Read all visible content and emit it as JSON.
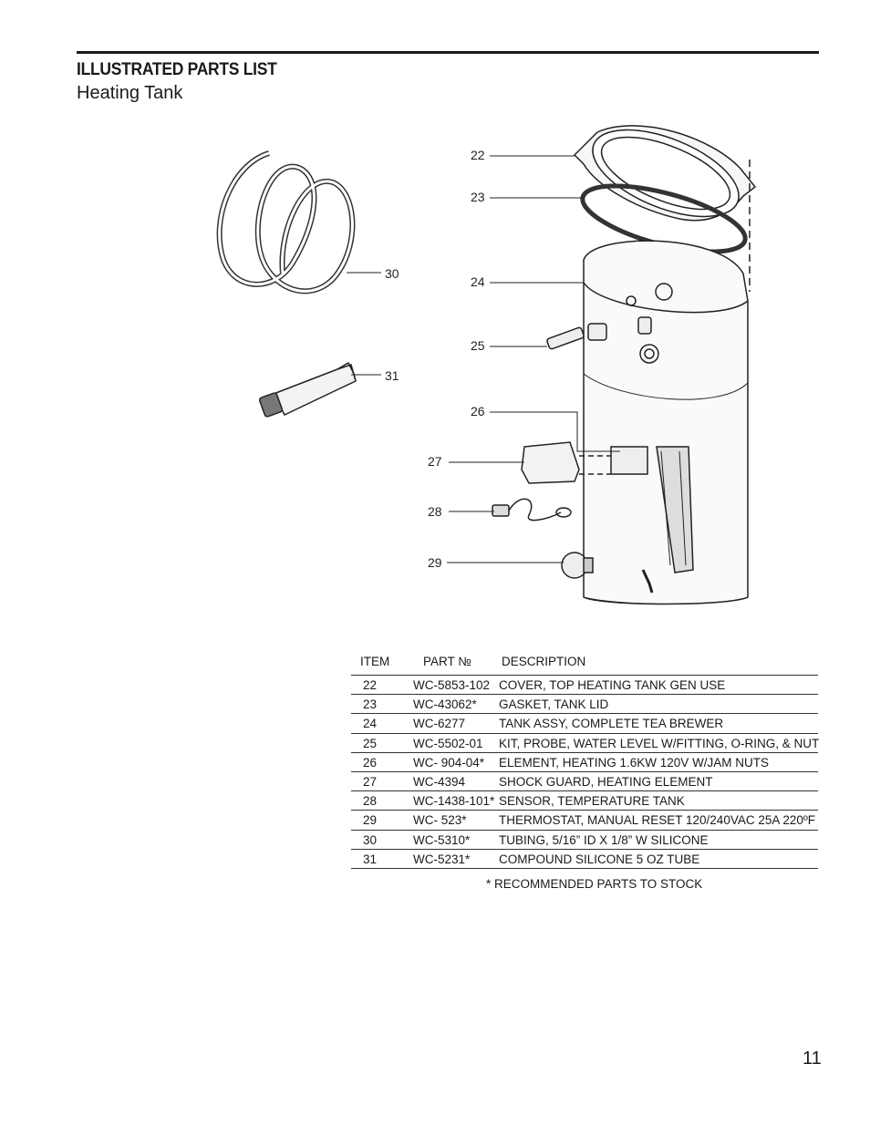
{
  "header": {
    "title": "ILLUSTRATED PARTS LIST",
    "subtitle": "Heating Tank"
  },
  "callouts": [
    "22",
    "23",
    "24",
    "25",
    "26",
    "27",
    "28",
    "29",
    "30",
    "31"
  ],
  "table": {
    "headers": {
      "item": "ITEM",
      "part": "PART №",
      "description": "DESCRIPTION"
    },
    "rows": [
      {
        "item": "22",
        "part": "WC-5853-102",
        "description": "COVER, TOP HEATING TANK GEN USE"
      },
      {
        "item": "23",
        "part": "WC-43062*",
        "description": "GASKET, TANK LID"
      },
      {
        "item": "24",
        "part": "WC-6277",
        "description": "TANK ASSY, COMPLETE TEA BREWER"
      },
      {
        "item": "25",
        "part": "WC-5502-01",
        "description": "KIT, PROBE, WATER LEVEL W/FITTING, O-RING, & NUT"
      },
      {
        "item": "26",
        "part": "WC-  904-04*",
        "description": "ELEMENT, HEATING 1.6KW 120V W/JAM NUTS"
      },
      {
        "item": "27",
        "part": "WC-4394",
        "description": "SHOCK GUARD, HEATING ELEMENT"
      },
      {
        "item": "28",
        "part": "WC-1438-101*",
        "description": "SENSOR, TEMPERATURE TANK"
      },
      {
        "item": "29",
        "part": "WC-  523*",
        "description": "THERMOSTAT, MANUAL RESET 120/240VAC 25A 220ºF"
      },
      {
        "item": "30",
        "part": "WC-5310*",
        "description": "TUBING, 5/16” ID X 1/8” W SILICONE"
      },
      {
        "item": "31",
        "part": "WC-5231*",
        "description": "COMPOUND SILICONE 5 OZ TUBE"
      }
    ]
  },
  "note": "* RECOMMENDED PARTS TO STOCK",
  "page_number": "11"
}
